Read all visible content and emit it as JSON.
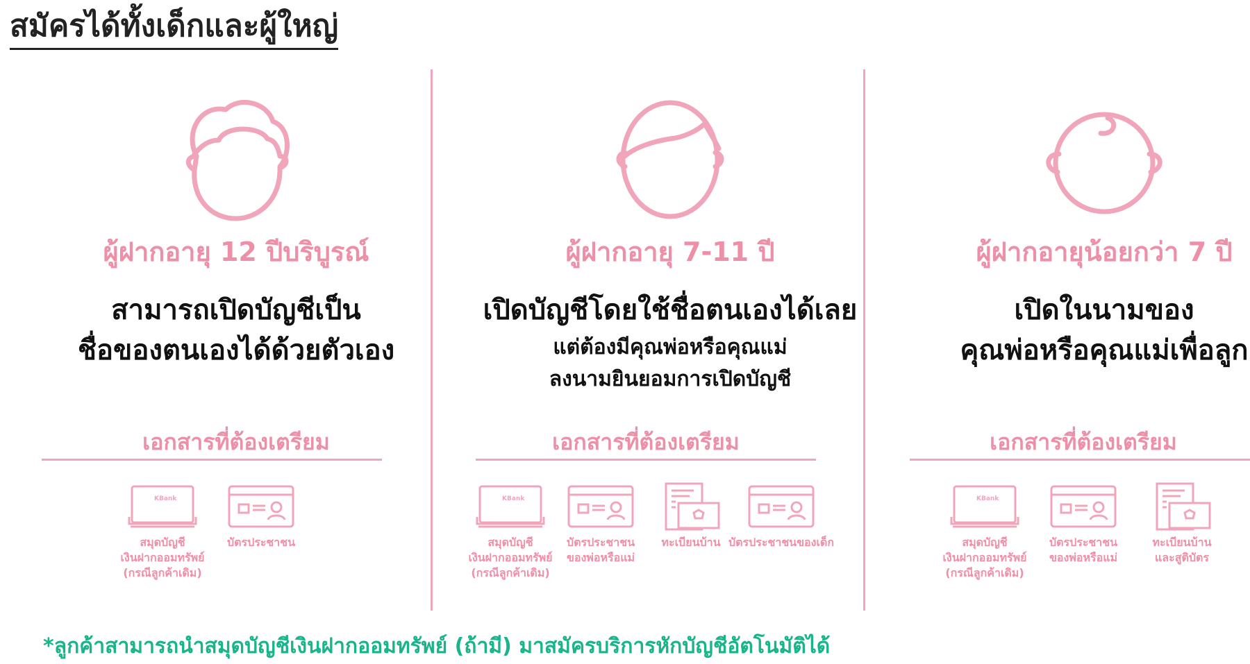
{
  "page": {
    "title": "สมัครได้ทั้งเด็กและผู้ใหญ่",
    "footnote": "*ลูกค้าสามารถนำสมุดบัญชีเงินฝากออมทรัพย์ (ถ้ามี) มาสมัครบริการหักบัญชีอัตโนมัติได้"
  },
  "colors": {
    "accent_pink": "#ee8fa8",
    "divider_pink": "#f0a5ba",
    "footnote_green": "#19b48a",
    "text_dark": "#111111"
  },
  "columns": [
    {
      "icon": "teen-face-icon",
      "age": "ผู้ฝากอายุ 12 ปีบริบูรณ์",
      "desc_main": [
        "สามารถเปิดบัญชีเป็น",
        "ชื่อของตนเองได้ด้วยตัวเอง"
      ],
      "desc_sub": [],
      "docs_heading": "เอกสารที่ต้องเตรียม",
      "docs": [
        {
          "icon": "passbook-icon",
          "brand": "KBank",
          "lines": [
            "สมุดบัญชี",
            "เงินฝากออมทรัพย์",
            "(กรณีลูกค้าเดิม)"
          ]
        },
        {
          "icon": "id-card-icon",
          "lines": [
            "บัตรประชาชน"
          ]
        }
      ]
    },
    {
      "icon": "child-face-icon",
      "age": "ผู้ฝากอายุ 7-11 ปี",
      "desc_main": [
        "เปิดบัญชีโดยใช้ชื่อตนเองได้เลย"
      ],
      "desc_sub": [
        "แต่ต้องมีคุณพ่อหรือคุณแม่",
        "ลงนามยินยอมการเปิดบัญชี"
      ],
      "docs_heading": "เอกสารที่ต้องเตรียม",
      "docs": [
        {
          "icon": "passbook-icon",
          "brand": "KBank",
          "lines": [
            "สมุดบัญชี",
            "เงินฝากออมทรัพย์",
            "(กรณีลูกค้าเดิม)"
          ]
        },
        {
          "icon": "id-card-icon",
          "lines": [
            "บัตรประชาชน",
            "ของพ่อหรือแม่"
          ]
        },
        {
          "icon": "house-registration-icon",
          "lines": [
            "ทะเบียนบ้าน"
          ]
        },
        {
          "icon": "id-card-icon",
          "lines": [
            "บัตรประชาชนของเด็ก"
          ]
        }
      ]
    },
    {
      "icon": "baby-face-icon",
      "age": "ผู้ฝากอายุน้อยกว่า 7 ปี",
      "desc_main": [
        "เปิดในนามของ",
        "คุณพ่อหรือคุณแม่เพื่อลูก"
      ],
      "desc_sub": [],
      "docs_heading": "เอกสารที่ต้องเตรียม",
      "docs": [
        {
          "icon": "passbook-icon",
          "brand": "KBank",
          "lines": [
            "สมุดบัญชี",
            "เงินฝากออมทรัพย์",
            "(กรณีลูกค้าเดิม)"
          ]
        },
        {
          "icon": "id-card-icon",
          "lines": [
            "บัตรประชาชน",
            "ของพ่อหรือแม่"
          ]
        },
        {
          "icon": "house-registration-icon",
          "lines": [
            "ทะเบียนบ้าน",
            "และสูติบัตร"
          ]
        }
      ]
    }
  ]
}
